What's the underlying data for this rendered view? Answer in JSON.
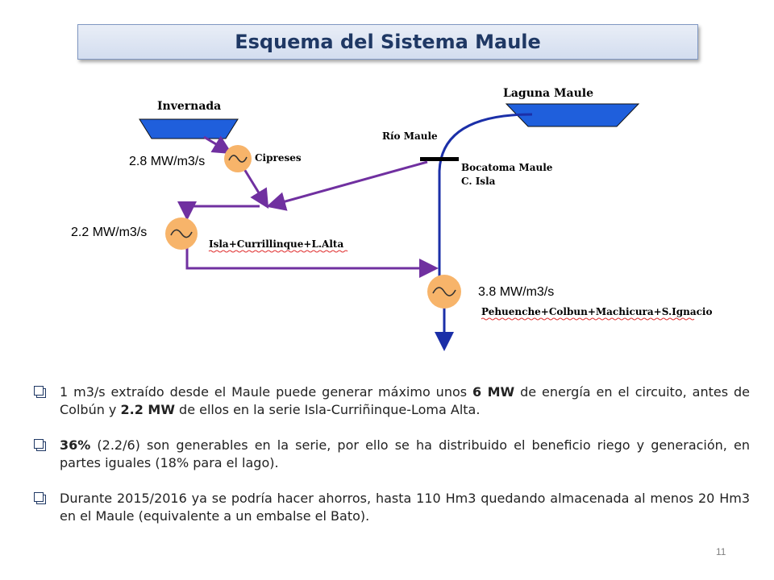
{
  "title": "Esquema del Sistema  Maule",
  "diagram": {
    "laguna_maule": "Laguna Maule",
    "invernada": "Invernada",
    "rio_maule": "Río Maule",
    "bocatoma_maule": "Bocatoma Maule",
    "c_isla": "C. Isla",
    "cipreses": "Cipreses",
    "cipreses_rate": "2.8 MW/m3/s",
    "isla_rate": "2.2 MW/m3/s",
    "isla_series": "Isla+Currillinque+L.Alta",
    "pehuenche_rate": "3.8 MW/m3/s",
    "pehuenche_series": "Pehuenche+Colbun+Machicura+S.Ignacio",
    "generator_symbol": "~"
  },
  "bullets": [
    [
      {
        "t": "1 m3/s extraído desde el Maule puede generar máximo unos "
      },
      {
        "t": "6 MW",
        "b": true
      },
      {
        "t": " de energía en el circuito, antes de Colbún y "
      },
      {
        "t": "2.2 MW",
        "b": true
      },
      {
        "t": " de ellos en la serie Isla-Curriñinque-Loma Alta."
      }
    ],
    [
      {
        "t": "36%",
        "b": true
      },
      {
        "t": " (2.2/6) son generables en la serie, por ello se ha distribuido el beneficio riego y generación, en partes iguales (18% para el lago)."
      }
    ],
    [
      {
        "t": "Durante 2015/2016 ya se podría hacer ahorros, hasta 110 Hm3 quedando almacenada al menos 20 Hm3 en el Maule (equivalente a un embalse el Bato)."
      }
    ]
  ],
  "page_number": "11",
  "colors": {
    "title_text": "#1f3864",
    "reservoir": "#1f5fdc",
    "river": "#1b2fa8",
    "canal": "#7030a0",
    "generator": "#f7b46a"
  }
}
